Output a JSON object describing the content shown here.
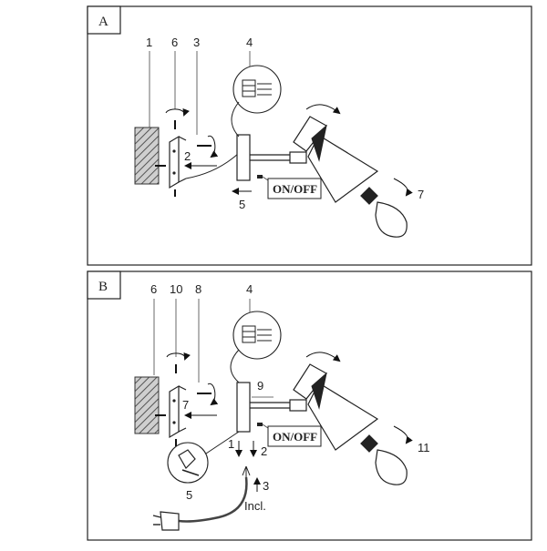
{
  "panels": [
    {
      "tag": "A",
      "labels": {
        "n1": "1",
        "n6": "6",
        "n3": "3",
        "n4": "4",
        "n2": "2",
        "n5": "5",
        "n7": "7"
      },
      "switch_label": "ON/OFF"
    },
    {
      "tag": "B",
      "labels": {
        "n6": "6",
        "n10": "10",
        "n8": "8",
        "n4": "4",
        "n9": "9",
        "n7": "7",
        "n1": "1",
        "n2": "2",
        "n3": "3",
        "n5": "5",
        "n11": "11"
      },
      "switch_label": "ON/OFF",
      "included_label": "Incl."
    }
  ]
}
